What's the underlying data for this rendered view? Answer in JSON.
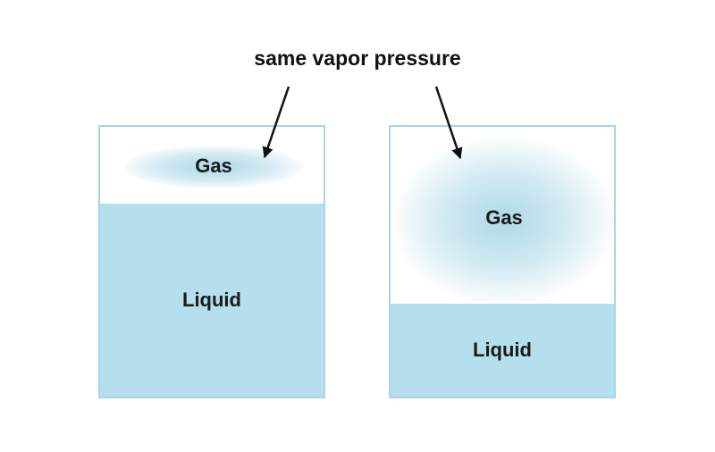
{
  "title": "same vapor pressure",
  "left_container": {
    "gas_label": "Gas",
    "liquid_label": "Liquid"
  },
  "right_container": {
    "gas_label": "Gas",
    "liquid_label": "Liquid"
  },
  "colors": {
    "liquid": "#b5dfec",
    "border": "#a9d4e8",
    "gas_glow": "#9fd2e3",
    "arrow": "#111111"
  }
}
